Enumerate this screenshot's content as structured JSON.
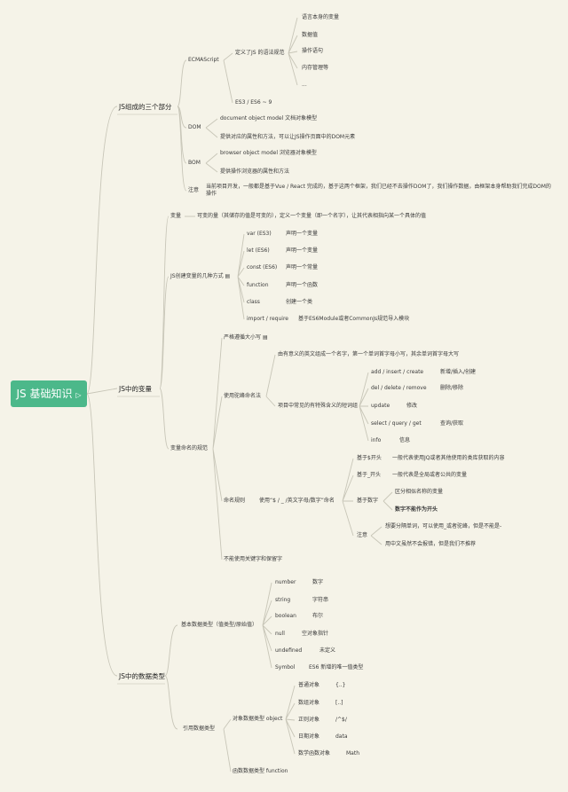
{
  "root": {
    "title": "JS 基础知识"
  },
  "b1": {
    "three_parts": "JS组成的三个部分",
    "vars": "JS中的变量",
    "types": "JS中的数据类型"
  },
  "p1": {
    "ecma": "ECMAScript",
    "ecma_desc": "定义了JS 的语法规范",
    "ecma_items": [
      "语言本身的变量",
      "数据值",
      "操作语句",
      "内存管理等",
      "..."
    ],
    "es": "ES3 / ES6 ~ 9",
    "dom": "DOM",
    "dom_1": "document object model 文档对象模型",
    "dom_2": "提供对应的属性和方法，可以让JS操作页面中的DOM元素",
    "bom": "BOM",
    "bom_1": "browser object model 浏览器对象模型",
    "bom_2": "提供操作浏览器的属性和方法",
    "note": "注意",
    "note_text": "当前项目开发，一般都是基于Vue / React 完成的，基于这两个框架，我们已经不去操作DOM了，我们操作数据，由框架本身帮助我们完成DOM的操作"
  },
  "p2": {
    "var": "变量",
    "var_desc": "可变的量（其储存的值是可变的），定义一个变量（即一个名字），让其代表相指向某一个具体的值",
    "ways": "JS创建变量的几种方式",
    "ways_items": [
      {
        "k": "var (ES3)",
        "v": "声明一个变量"
      },
      {
        "k": "let (ES6)",
        "v": "声明一个变量"
      },
      {
        "k": "const (ES6)",
        "v": "声明一个常量"
      },
      {
        "k": "function",
        "v": "声明一个函数"
      },
      {
        "k": "class",
        "v": "创建一个类"
      },
      {
        "k": "import / require",
        "v": "基于ES6Module或者CommonJs规范导入模块"
      }
    ],
    "naming": "变量命名的规范",
    "case": "严格遵循大小写",
    "camel": "使用驼峰命名法",
    "camel_desc": "由有意义的英文组成一个名字，第一个单词首字母小写，其余单词首字母大写",
    "common": "项目中常见的有特殊含义的短词组",
    "common_items": [
      {
        "k": "add / insert / create",
        "v": "新增/插入/创建"
      },
      {
        "k": "del / delete / remove",
        "v": "删除/移除"
      },
      {
        "k": "update",
        "v": "修改"
      },
      {
        "k": "select / query / get",
        "v": "查询/获取"
      },
      {
        "k": "info",
        "v": "信息"
      }
    ],
    "rules": "命名规则",
    "rules_desc": "使用“$ / _ /英文字母/数字”命名",
    "dollar": "基于$开头",
    "dollar_desc": "一般代表使用JQ或者其他使用的类库获取的内容",
    "under": "基于_开头",
    "under_desc": "一般代表是全局或者公共的变量",
    "num": "基于数字",
    "num_1": "区分相似名称的变量",
    "num_2": "数字不能作为开头",
    "attn": "注意",
    "attn_1": "想要分隔单词，可以使用_或者驼峰，但是不能是-",
    "attn_2": "用中文虽然不会报错，但是我们不推荐",
    "keyword": "不能使用关键字和保留字"
  },
  "p3": {
    "basic": "基本数据类型（值类型/原始值）",
    "basic_items": [
      {
        "k": "number",
        "v": "数字"
      },
      {
        "k": "string",
        "v": "字符串"
      },
      {
        "k": "boolean",
        "v": "布尔"
      },
      {
        "k": "null",
        "v": "空对象指针"
      },
      {
        "k": "undefined",
        "v": "未定义"
      },
      {
        "k": "Symbol",
        "v": "ES6 新增的唯一值类型"
      }
    ],
    "ref": "引用数据类型",
    "obj": "对象数据类型 object",
    "obj_items": [
      {
        "k": "普通对象",
        "v": "{..}"
      },
      {
        "k": "数组对象",
        "v": "[..]"
      },
      {
        "k": "正则对象",
        "v": "/^$/"
      },
      {
        "k": "日期对象",
        "v": "data"
      },
      {
        "k": "数学函数对象",
        "v": "Math"
      }
    ],
    "fn": "函数数据类型 function"
  },
  "colors": {
    "root": "#4cb88a",
    "line": "#c8c6b8",
    "bg": "#f5f3e8"
  }
}
